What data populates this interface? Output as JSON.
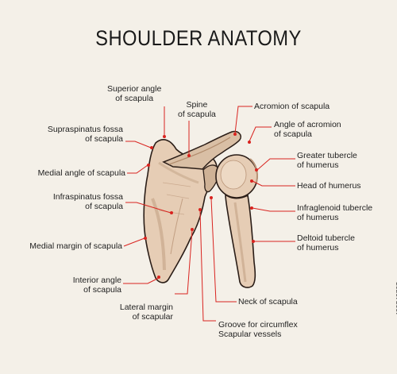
{
  "title": "SHOULDER ANATOMY",
  "stock_id": "433743727",
  "labels": {
    "superior_angle": [
      "Superior angle",
      "of scapula"
    ],
    "spine": [
      "Spine",
      "of scapula"
    ],
    "acromion": [
      "Acromion of scapula"
    ],
    "angle_acromion": [
      "Angle of acromion",
      "of scapula"
    ],
    "supraspinatus": [
      "Supraspinatus fossa",
      "of scapula"
    ],
    "greater_tubercle": [
      "Greater tubercle",
      "of humerus"
    ],
    "medial_angle": [
      "Medial angle of scapula"
    ],
    "head_humerus": [
      "Head of humerus"
    ],
    "infraspinatus": [
      "Infraspinatus fossa",
      "of scapula"
    ],
    "infraglenoid": [
      "Infraglenoid tubercle",
      "of humerus"
    ],
    "deltoid": [
      "Deltoid tubercle",
      "of humerus"
    ],
    "medial_margin": [
      "Medial margin of scapula"
    ],
    "inferior_angle": [
      "Interior angle",
      "of scapula"
    ],
    "neck": [
      "Neck of scapula"
    ],
    "lateral_margin": [
      "Lateral margin",
      "of scapular"
    ],
    "groove": [
      "Groove for circumflex",
      "Scapular vessels"
    ]
  },
  "colors": {
    "accent": "#d9231f",
    "bone": "#e6cdb5",
    "bone_shade": "#c7a88c",
    "outline": "#2a1d17"
  }
}
